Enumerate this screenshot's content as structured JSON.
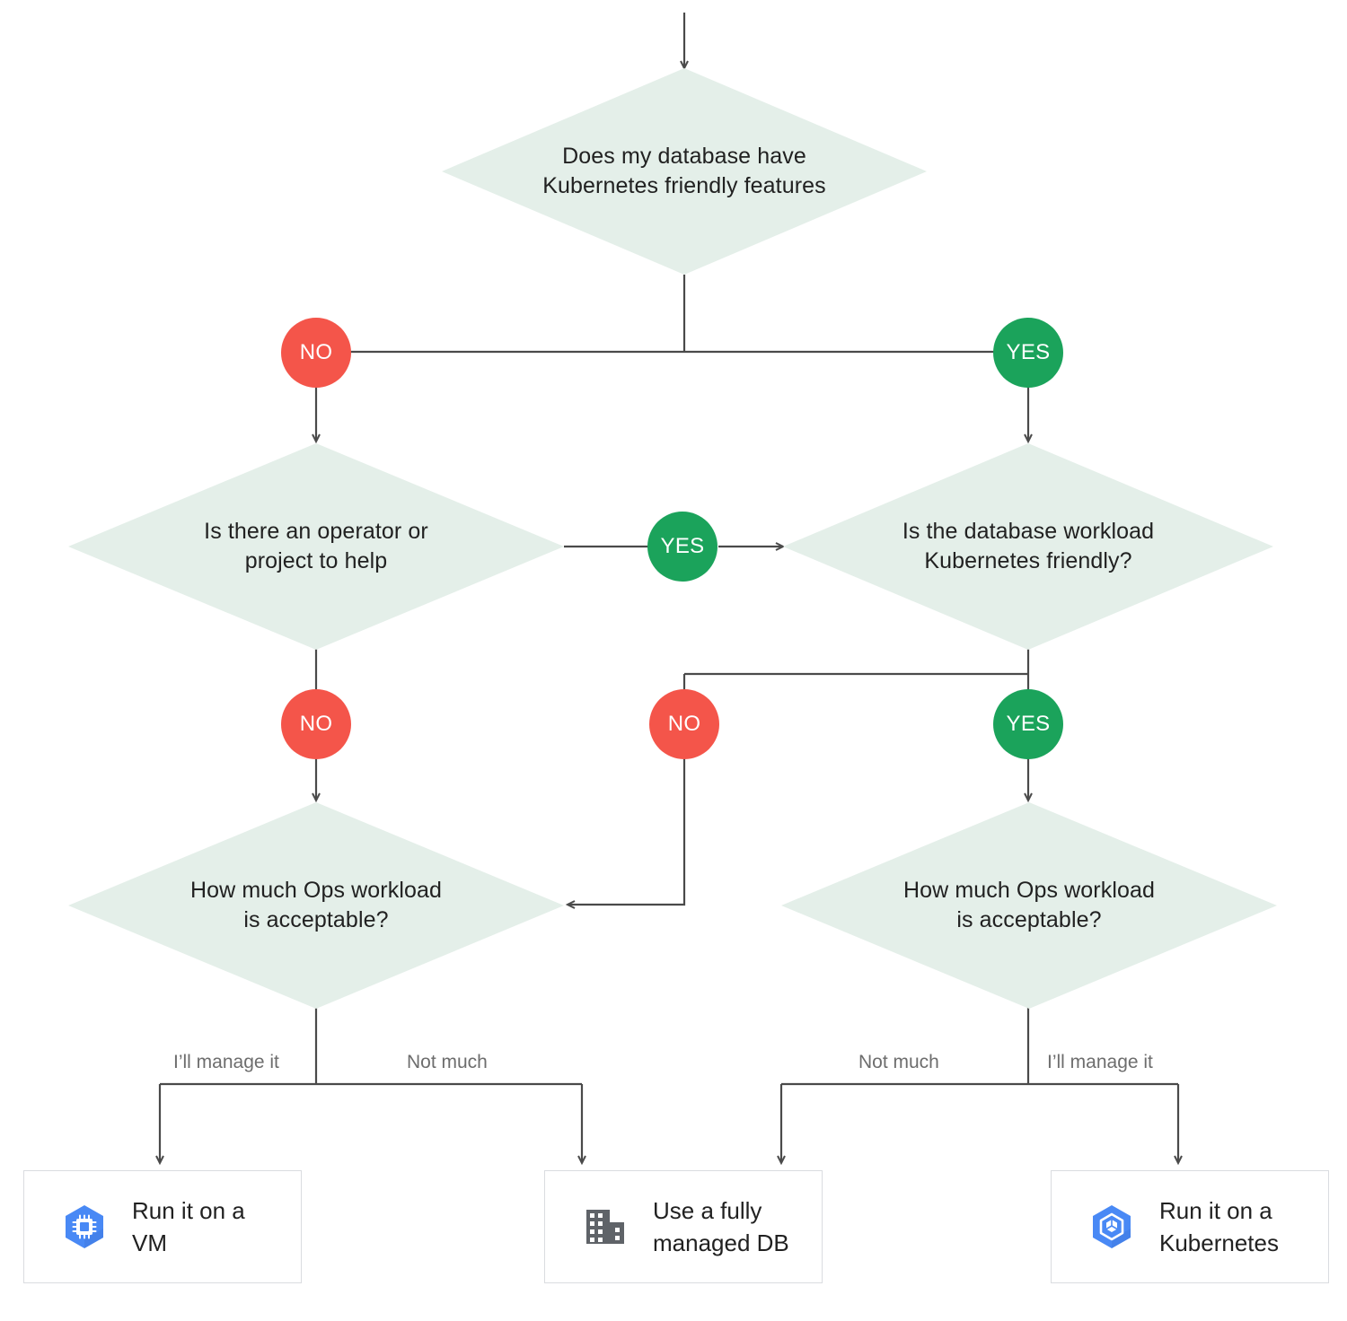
{
  "diagram": {
    "title": "Database deployment decision flowchart",
    "colors": {
      "diamond_fill": "#e4efe9",
      "no_circle": "#f4554a",
      "yes_circle": "#1ba35b",
      "line": "#4a4a4a",
      "box_border": "#dadce0",
      "text": "#212121",
      "edge_label_text": "#6d6d6d",
      "icon_blue": "#4989f5",
      "icon_gray": "#5f6368"
    },
    "decisions": [
      {
        "id": "d1",
        "text": "Does my database have\nKubernetes friendly features"
      },
      {
        "id": "d2",
        "text": "Is there an operator or\nproject to help"
      },
      {
        "id": "d3",
        "text": "Is the database workload\nKubernetes friendly?"
      },
      {
        "id": "d4",
        "text": "How much Ops workload\nis acceptable?"
      },
      {
        "id": "d5",
        "text": "How much Ops workload\nis acceptable?"
      }
    ],
    "branches": [
      {
        "id": "b1",
        "label": "NO",
        "kind": "no"
      },
      {
        "id": "b2",
        "label": "YES",
        "kind": "yes"
      },
      {
        "id": "b3",
        "label": "YES",
        "kind": "yes"
      },
      {
        "id": "b4",
        "label": "NO",
        "kind": "no"
      },
      {
        "id": "b5",
        "label": "NO",
        "kind": "no"
      },
      {
        "id": "b6",
        "label": "YES",
        "kind": "yes"
      }
    ],
    "edge_labels": [
      {
        "id": "e1",
        "text": "I’ll manage it"
      },
      {
        "id": "e2",
        "text": "Not much"
      },
      {
        "id": "e3",
        "text": "Not much"
      },
      {
        "id": "e4",
        "text": "I’ll manage it"
      }
    ],
    "results": [
      {
        "id": "r1",
        "text": "Run it on a\nVM",
        "icon": "compute-engine-icon"
      },
      {
        "id": "r2",
        "text": "Use a fully\nmanaged DB",
        "icon": "building-icon"
      },
      {
        "id": "r3",
        "text": "Run it on a\nKubernetes",
        "icon": "kubernetes-engine-icon"
      }
    ]
  }
}
